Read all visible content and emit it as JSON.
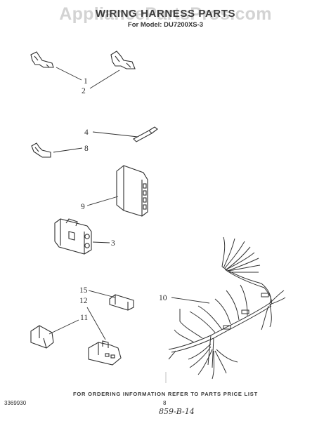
{
  "header": {
    "watermark": "AppliancePartsPros.com",
    "title": "WIRING HARNESS PARTS",
    "subtitle": "For Model: DU7200XS-3"
  },
  "callouts": [
    {
      "id": "1",
      "label": "1"
    },
    {
      "id": "2",
      "label": "2"
    },
    {
      "id": "4",
      "label": "4"
    },
    {
      "id": "8",
      "label": "8"
    },
    {
      "id": "9",
      "label": "9"
    },
    {
      "id": "3",
      "label": "3"
    },
    {
      "id": "10",
      "label": "10"
    },
    {
      "id": "15",
      "label": "15"
    },
    {
      "id": "12",
      "label": "12"
    },
    {
      "id": "11",
      "label": "11"
    }
  ],
  "footer": {
    "ordering_note": "FOR ORDERING INFORMATION REFER TO PARTS PRICE LIST",
    "doc_number": "3369930",
    "page_number": "8",
    "handwritten": "859-B-14"
  }
}
